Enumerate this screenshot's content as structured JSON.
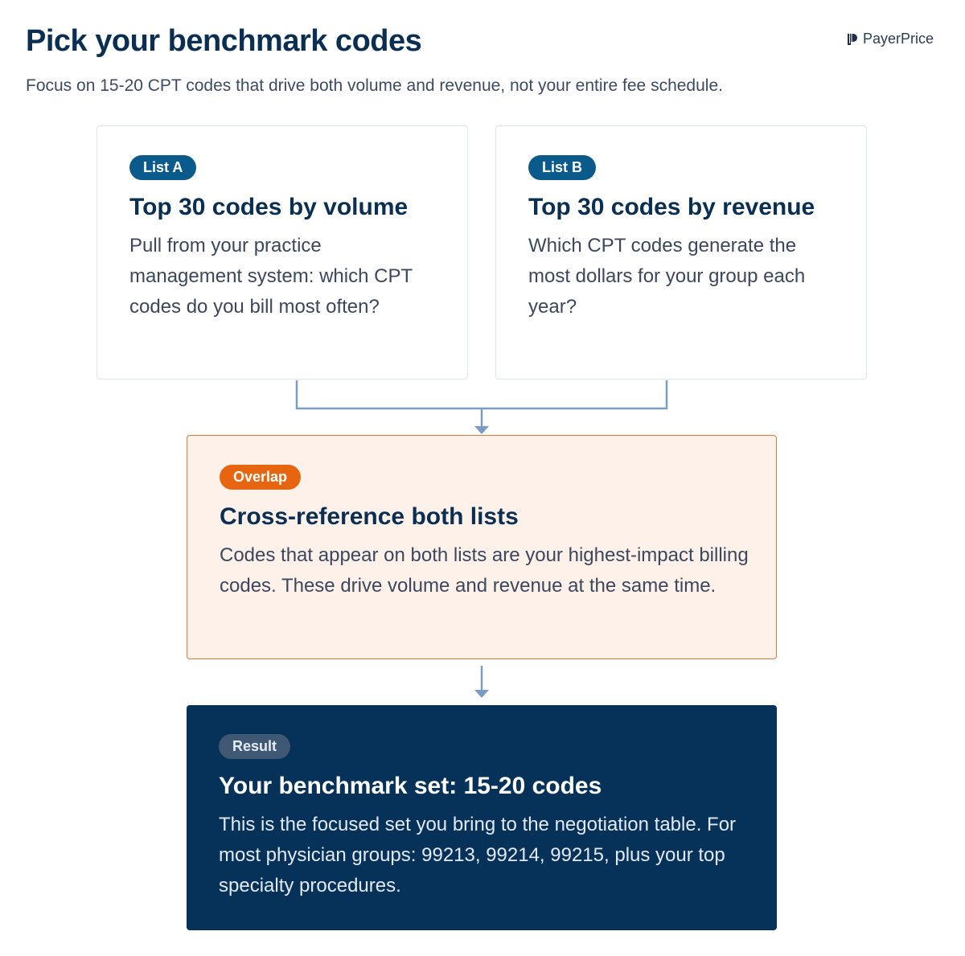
{
  "header": {
    "title": "Pick your benchmark codes",
    "subtitle": "Focus on 15-20 CPT codes that drive both volume and revenue, not your entire fee schedule.",
    "brand": "PayerPrice"
  },
  "cards": {
    "list_a": {
      "badge": "List A",
      "title": "Top 30 codes by volume",
      "text": "Pull from your practice management system: which CPT codes do you bill most often?"
    },
    "list_b": {
      "badge": "List B",
      "title": "Top 30 codes by revenue",
      "text": "Which CPT codes generate the most dollars for your group each year?"
    },
    "overlap": {
      "badge": "Overlap",
      "title": "Cross-reference both lists",
      "text": "Codes that appear on both lists are your highest-impact billing codes. These drive volume and revenue at the same time."
    },
    "result": {
      "badge": "Result",
      "title": "Your benchmark set: 15-20 codes",
      "text": "This is the focused set you bring to the negotiation table. For most physician groups: 99213, 99214, 99215, plus your top specialty procedures."
    }
  },
  "colors": {
    "title": "#0b2f52",
    "badge_blue": "#0b5a8c",
    "badge_orange": "#e8650f",
    "overlap_bg": "#fdf1ea",
    "overlap_border": "#e07a3c",
    "result_bg": "#06325a",
    "connector": "#7b9cc3"
  }
}
